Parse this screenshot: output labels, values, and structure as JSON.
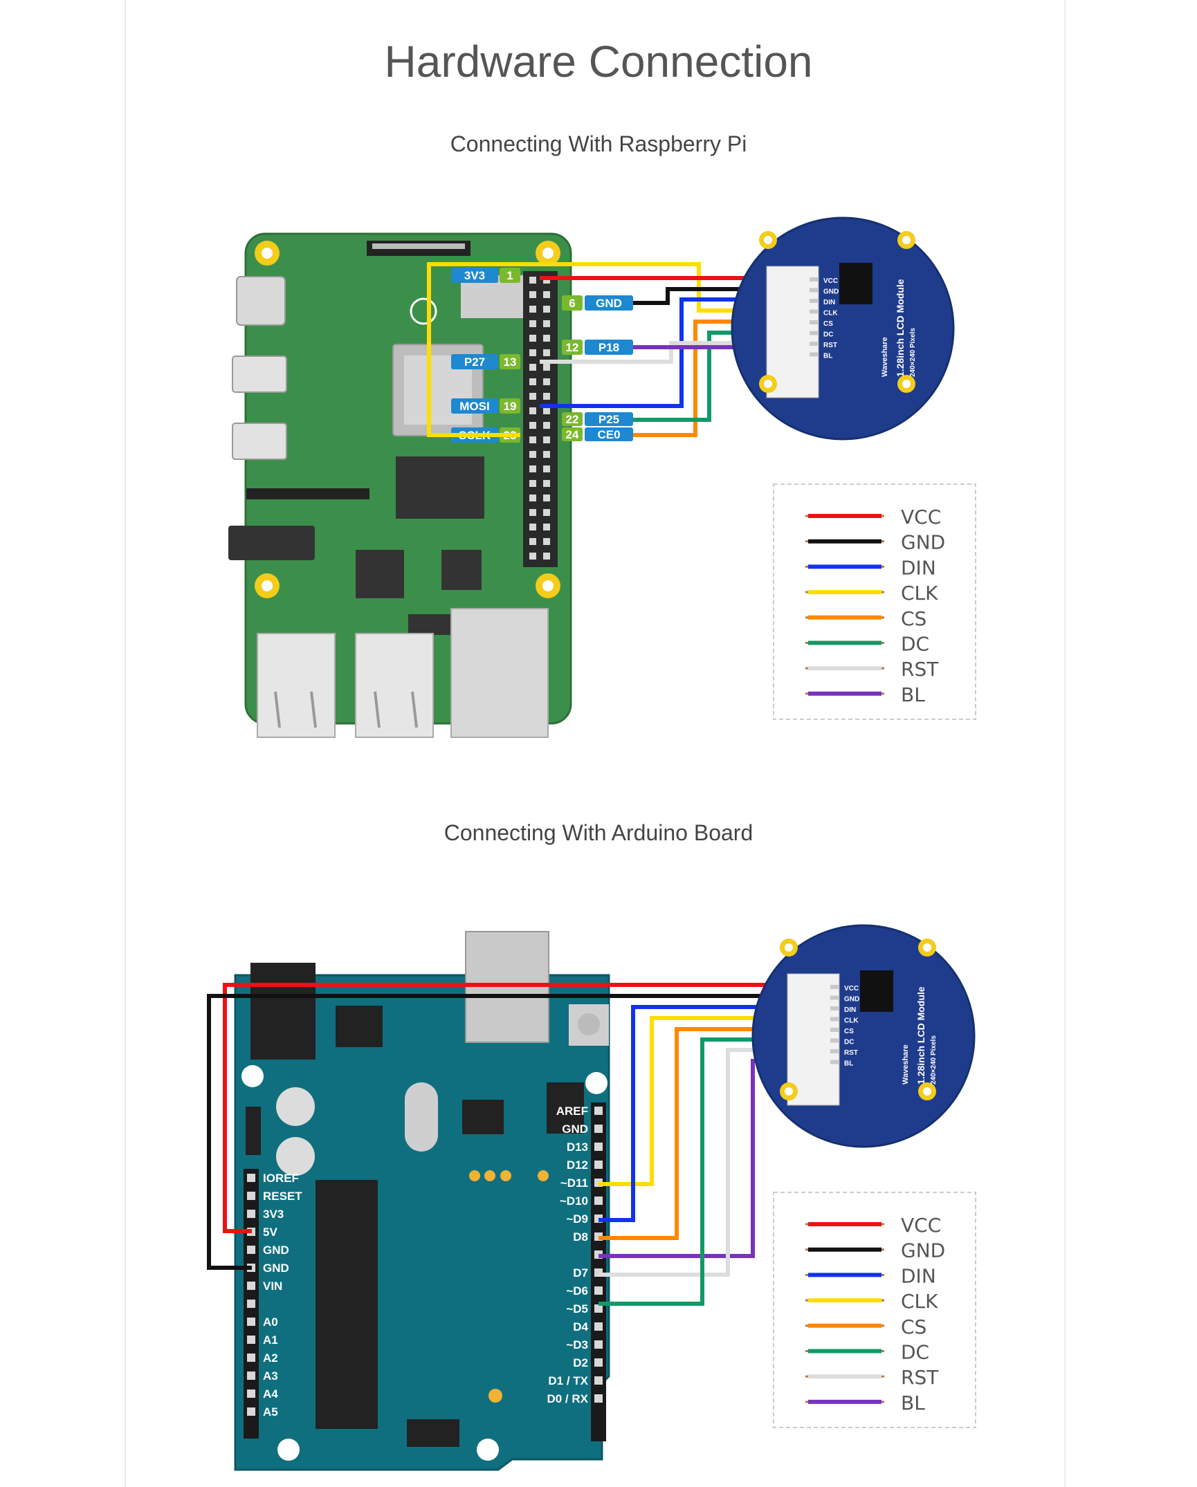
{
  "page": {
    "title": "Hardware Connection",
    "section1_title": "Connecting With Raspberry Pi",
    "section2_title": "Connecting With Arduino Board"
  },
  "colors": {
    "VCC": "#ee1111",
    "GND": "#111111",
    "DIN": "#1133ee",
    "CLK": "#ffdd00",
    "CS": "#ff8800",
    "DC": "#119966",
    "RST": "#dddddd",
    "BL": "#7733bb",
    "rpi_board": "#3c8f4a",
    "arduino_board": "#0f6f7f",
    "lcd_board": "#1f3c8c"
  },
  "lcd": {
    "name": "1.28inch LCD Module",
    "resolution": "240×240 Pixels",
    "brand": "Waveshare",
    "pins": [
      "VCC",
      "GND",
      "DIN",
      "CLK",
      "CS",
      "DC",
      "RST",
      "BL"
    ]
  },
  "legend": [
    "VCC",
    "GND",
    "DIN",
    "CLK",
    "CS",
    "DC",
    "RST",
    "BL"
  ],
  "rpi_pins": {
    "p1": {
      "name": "3V3",
      "num": "1"
    },
    "p6": {
      "name": "GND",
      "num": "6"
    },
    "p12": {
      "name": "P18",
      "num": "12"
    },
    "p13": {
      "name": "P27",
      "num": "13"
    },
    "p19": {
      "name": "MOSI",
      "num": "19"
    },
    "p22": {
      "name": "P25",
      "num": "22"
    },
    "p23": {
      "name": "SCLK",
      "num": "23"
    },
    "p24": {
      "name": "CE0",
      "num": "24"
    }
  },
  "arduino_left_pins": [
    "IOREF",
    "RESET",
    "3V3",
    "5V",
    "GND",
    "GND",
    "VIN",
    "",
    "A0",
    "A1",
    "A2",
    "A3",
    "A4",
    "A5"
  ],
  "arduino_right_pins": [
    "AREF",
    "GND",
    "D13",
    "D12",
    "~D11",
    "~D10",
    "~D9",
    "D8",
    "",
    "D7",
    "~D6",
    "~D5",
    "D4",
    "~D3",
    "D2",
    "D1 / TX",
    "D0 / RX"
  ]
}
